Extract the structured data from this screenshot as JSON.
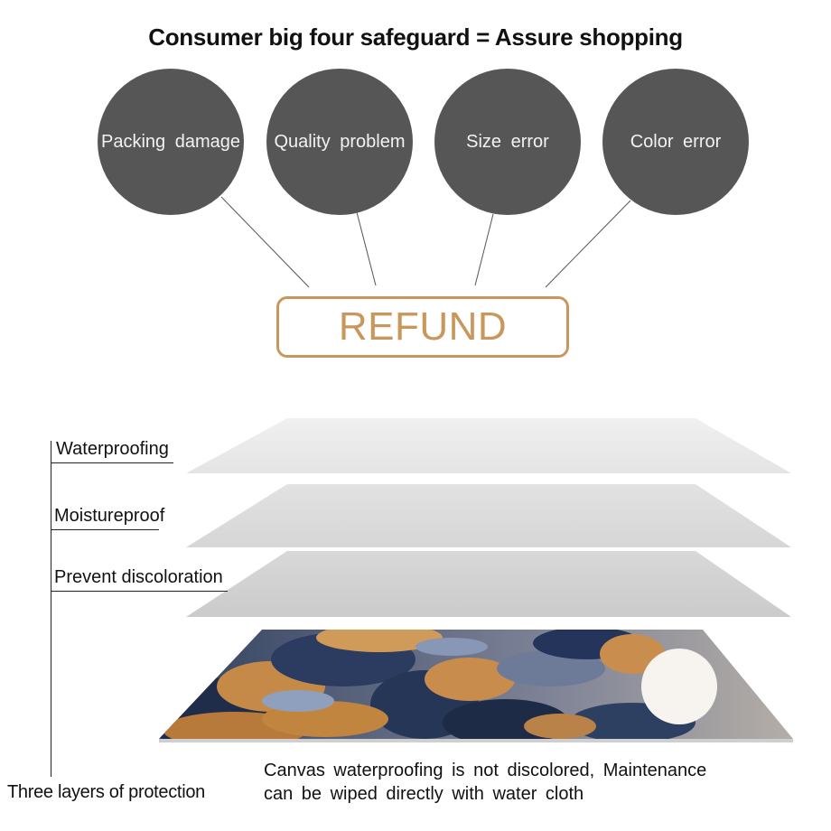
{
  "title": "Consumer big four safeguard = Assure shopping",
  "safeguards": [
    {
      "label": "Packing damage"
    },
    {
      "label": "Quality problem"
    },
    {
      "label": "Size error"
    },
    {
      "label": "Color error"
    }
  ],
  "refund_label": "REFUND",
  "layers": [
    {
      "label": "Waterproofing"
    },
    {
      "label": "Moistureproof"
    },
    {
      "label": "Prevent discoloration"
    }
  ],
  "protection_label": "Three layers of protection",
  "caption_line1": "Canvas waterproofing is not discolored, Maintenance",
  "caption_line2": "can be wiped directly with water cloth",
  "colors": {
    "circle_fill": "#565656",
    "refund_accent": "#c9975c",
    "layer_top": "#ececec",
    "layer_mid": "#dcdcdc",
    "layer_bottom": "#d0d0d0"
  }
}
